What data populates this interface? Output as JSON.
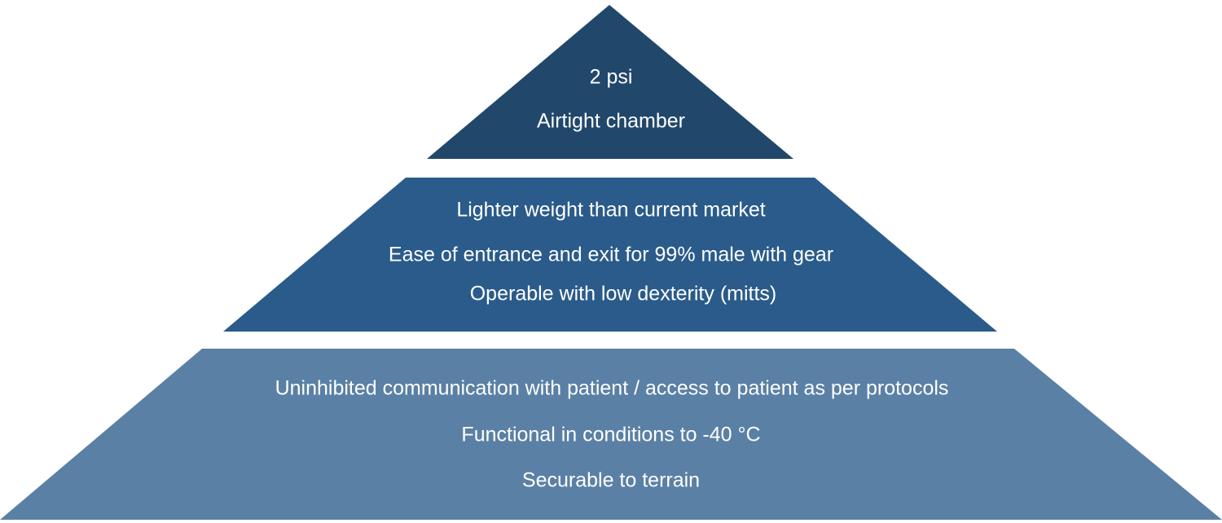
{
  "pyramid": {
    "tiers": [
      {
        "color": "#21476b",
        "lines": [
          "2 psi",
          "Airtight chamber"
        ]
      },
      {
        "color": "#2a5b8a",
        "lines": [
          "Lighter weight than current market",
          "Ease of entrance and exit for 99% male with gear",
          "Operable with low dexterity (mitts)"
        ]
      },
      {
        "color": "#5a80a5",
        "lines": [
          "Uninhibited communication with patient / access to patient as per protocols",
          "Functional in conditions to -40 °C",
          "Securable to terrain"
        ]
      }
    ]
  }
}
